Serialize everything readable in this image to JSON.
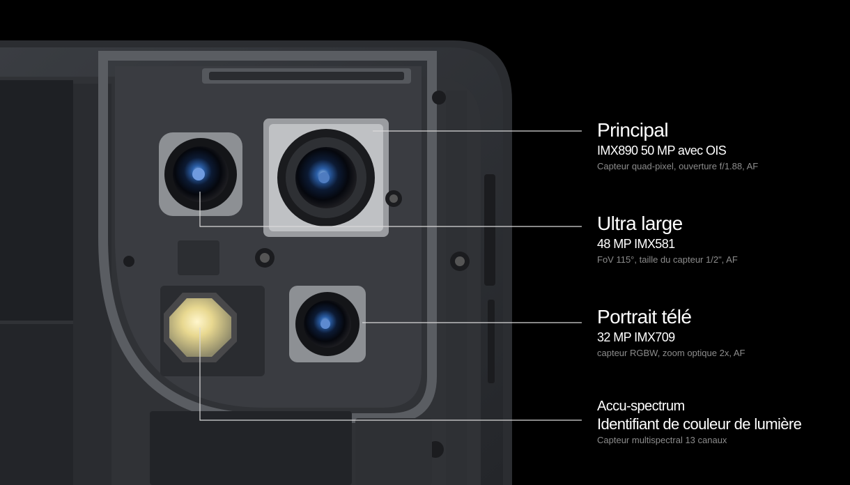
{
  "specs": [
    {
      "title": "Principal",
      "subtitle": "IMX890 50 MP avec OIS",
      "description": "Capteur quad-pixel, ouverture f/1.88, AF"
    },
    {
      "title": "Ultra large",
      "subtitle": "48 MP IMX581",
      "description": "FoV 115°, taille du capteur 1/2\", AF"
    },
    {
      "title": "Portrait télé",
      "subtitle": "32 MP IMX709",
      "description": "capteur RGBW, zoom optique 2x, AF"
    },
    {
      "title": "Accu-spectrum",
      "subtitle": "Identifiant de couleur de lumière",
      "description": "Capteur multispectral 13 canaux"
    }
  ],
  "colors": {
    "background": "#000000",
    "line": "#d9d9d9",
    "description": "#8c8c8c"
  }
}
